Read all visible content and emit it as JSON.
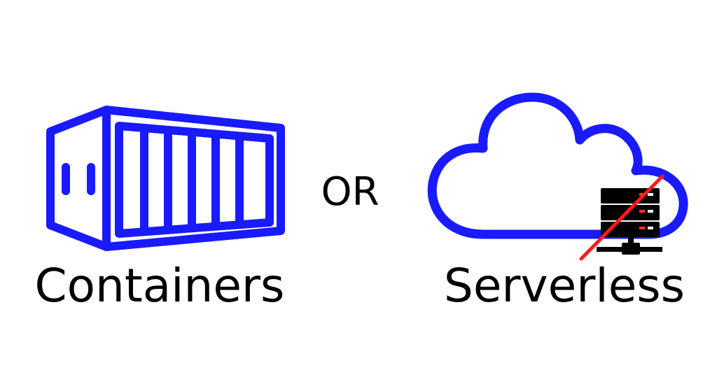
{
  "labels": {
    "left": "Containers",
    "middle": "OR",
    "right": "Serverless"
  },
  "icons": {
    "left": "shipping-container-icon",
    "right": "cloud-icon",
    "overlay": "server-rack-icon",
    "strike": "strike-through-line"
  },
  "colors": {
    "primary": "#1a1aff",
    "text": "#000000",
    "strike": "#ff1a1a",
    "server": "#000000",
    "server_indicator_red": "#ff3333",
    "server_indicator_white": "#ffffff"
  }
}
